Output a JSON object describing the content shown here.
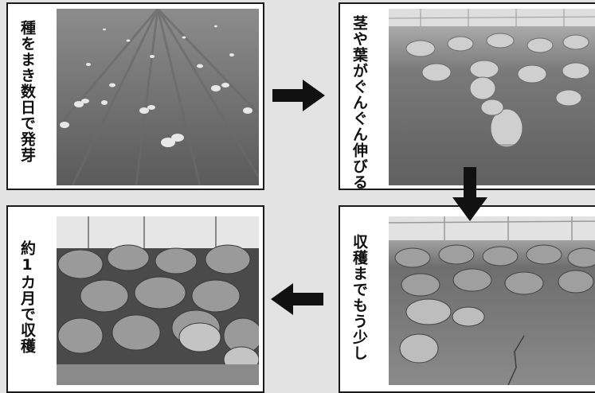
{
  "steps": [
    {
      "caption": "種をまき数日で発芽",
      "photo": "seedlings-sprouting-in-field"
    },
    {
      "caption": "茎や葉がぐんぐん伸びる",
      "photo": "leafy-plants-growing-in-greenhouse"
    },
    {
      "caption": "収穫までもう少し",
      "photo": "plants-nearly-ready-in-greenhouse"
    },
    {
      "caption": "約1カ月で収穫",
      "photo": "mature-leafy-greens-ready-for-harvest"
    }
  ],
  "arrows": [
    "right-arrow",
    "down-arrow",
    "left-arrow"
  ],
  "colors": {
    "background": "#e3e3e3",
    "panel": "#ffffff",
    "border": "#1a1a1a",
    "arrow": "#111111"
  }
}
